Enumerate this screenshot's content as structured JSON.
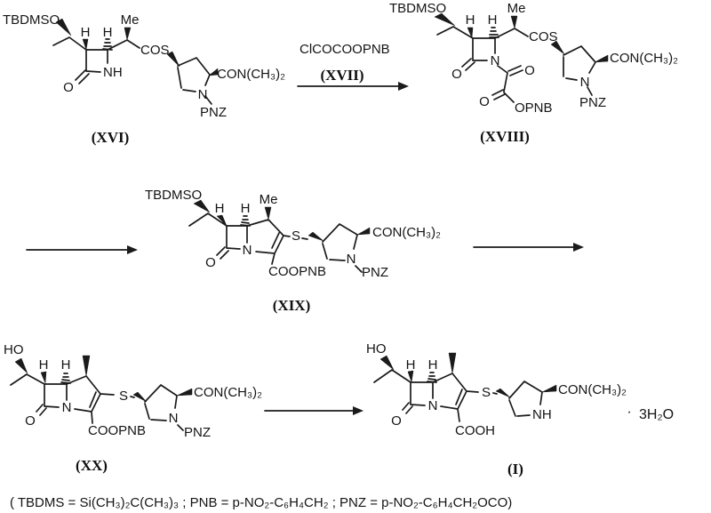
{
  "page": {
    "background": "#ffffff",
    "ink": "#1b1b1b"
  },
  "compounds": {
    "xvi": {
      "label": "(XVI)",
      "tbdmso": "TBDMSO",
      "h1": "H",
      "h2": "H",
      "me": "Me",
      "cos": "COS",
      "nh": "NH",
      "o_lactam": "O",
      "amide": "CON(CH₃)₂",
      "n_pyrrolidine": "N",
      "pnz": "PNZ"
    },
    "xviii": {
      "label": "(XVIII)",
      "tbdmso": "TBDMSO",
      "h1": "H",
      "h2": "H",
      "me": "Me",
      "cos": "COS",
      "n_lactam": "N",
      "o_lactam": "O",
      "o_oxalyl_1": "O",
      "o_oxalyl_2": "O",
      "opnb": "OPNB",
      "amide": "CON(CH₃)₂",
      "n_pyrrolidine": "N",
      "pnz": "PNZ"
    },
    "xix": {
      "label": "(XIX)",
      "tbdmso": "TBDMSO",
      "h1": "H",
      "h2": "H",
      "me": "Me",
      "n_ring": "N",
      "o_lactam": "O",
      "s": "S",
      "coopnb": "COOPNB",
      "amide": "CON(CH₃)₂",
      "n_pyrrolidine": "N",
      "pnz": "PNZ"
    },
    "xx": {
      "label": "(XX)",
      "ho": "HO",
      "h1": "H",
      "h2": "H",
      "n_ring": "N",
      "o_lactam": "O",
      "s": "S",
      "coopnb": "COOPNB",
      "amide": "CON(CH₃)₂",
      "n_pyrrolidine": "N",
      "pnz": "PNZ"
    },
    "i": {
      "label": "(I)",
      "ho": "HO",
      "h1": "H",
      "h2": "H",
      "n_ring": "N",
      "o_lactam": "O",
      "s": "S",
      "cooh": "COOH",
      "amide": "CON(CH₃)₂",
      "nh": "NH",
      "hydrate_dot": "·",
      "hydrate": "3H₂O"
    }
  },
  "step1": {
    "reagent": "ClCOCOOPNB",
    "label": "(XVII)"
  },
  "footnote": "( TBDMS = Si(CH₃)₂C(CH₃)₃ ; PNB = p-NO₂-C₆H₄CH₂ ; PNZ = p-NO₂-C₆H₄CH₂OCO)"
}
